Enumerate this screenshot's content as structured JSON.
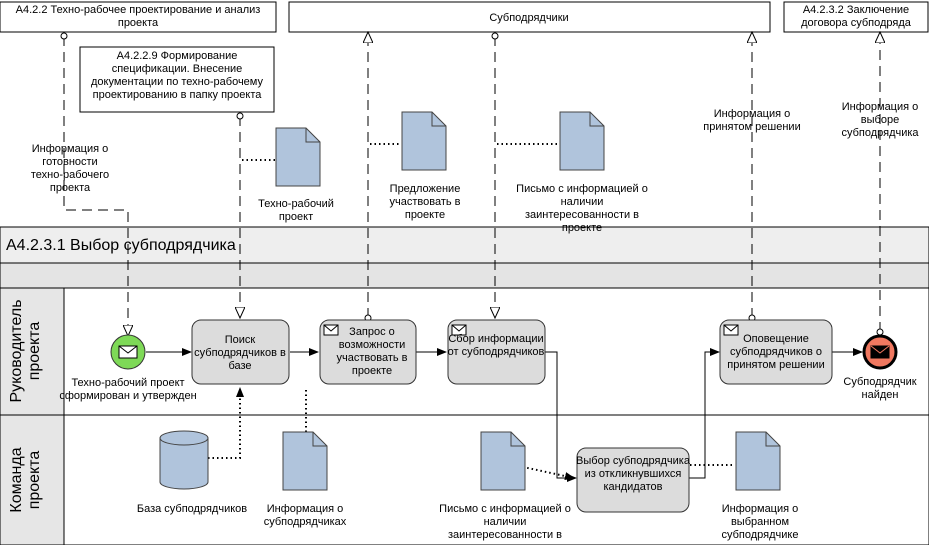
{
  "external": {
    "a422": "А4.2.2 Техно-рабочее проектирование и анализ проекта",
    "a4229": "А4.2.2.9 Формирование спецификации. Внесение документации по техно-рабочему проектированию в папку проекта",
    "subcontractors": "Субподрядчики",
    "a4232": "А4.2.3.2 Заключение договора субподряда"
  },
  "pool": {
    "title": "А4.2.3.1 Выбор субподрядчика",
    "lanes": [
      "Руководитель проекта",
      "Команда проекта"
    ]
  },
  "events": {
    "start": "Техно-рабочий проект сформирован и утвержден",
    "end": "Субподрядчик найден"
  },
  "tasks": {
    "search": "Поиск субподрядчиков в базе",
    "request": "Запрос о возможности участвовать в проекте",
    "collect": "Сбор информации от субподрядчиков",
    "notify": "Оповещение субподрядчиков о принятом решении",
    "select": "Выбор субподрядчика из откликнувшихся кандидатов"
  },
  "documents": {
    "tech_project": "Техно-рабочий проект",
    "offer": "Предложение участвовать в проекте",
    "letter_top": "Письмо с информацией о наличии заинтересованности в проекте",
    "db": "База субподрядчиков",
    "info_subs": "Информация о субподрядчиках",
    "letter_bottom": "Письмо с информацией о наличии заинтересованности в проекте",
    "info_selected": "Информация о выбранном субподрядчике"
  },
  "messages": {
    "readiness": "Информация о готовности техно-рабочего проекта",
    "decision": "Информация о принятом решении",
    "choice": "Информация о выборе субподрядчика"
  },
  "colors": {
    "start_event": "#7ed957",
    "end_event": "#f07860",
    "task_fill": "#dcdcdc",
    "document_fill": "#b0c4dc",
    "lane_header": "#e6e6e6"
  }
}
